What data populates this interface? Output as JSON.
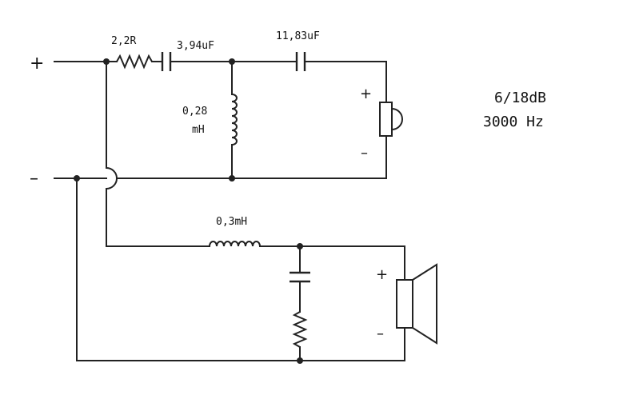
{
  "terminals": {
    "positive": "+",
    "negative": "–"
  },
  "components": {
    "resistor_series": "2,2R",
    "capacitor_series": "3,94uF",
    "capacitor_tweeter": "11,83uF",
    "inductor_shunt_value": "0,28",
    "inductor_shunt_unit": "mH",
    "inductor_woofer": "0,3mH"
  },
  "tweeter": {
    "plus": "+",
    "minus": "–"
  },
  "woofer": {
    "plus": "+",
    "minus": "–"
  },
  "specs": {
    "slope": "6/18dB",
    "frequency": "3000 Hz"
  }
}
